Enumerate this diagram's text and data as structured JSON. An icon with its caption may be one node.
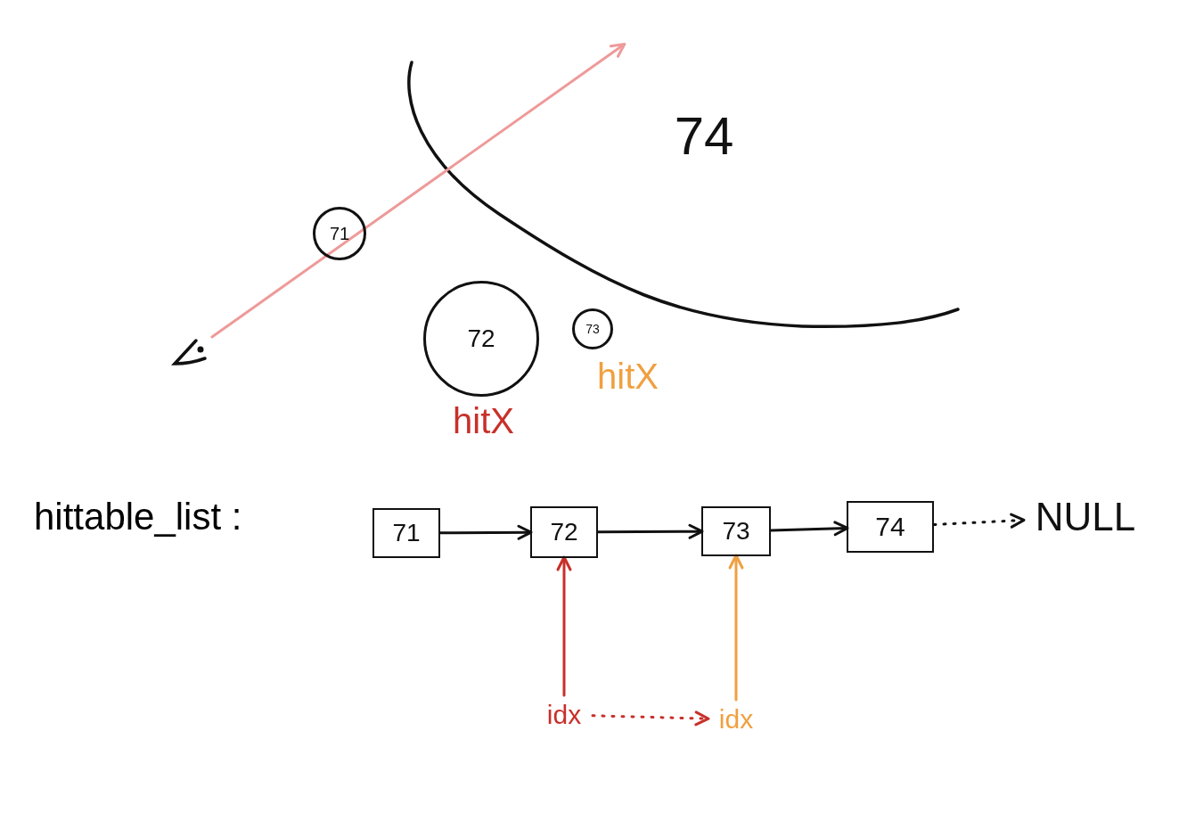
{
  "diagram": {
    "nodes": [
      {
        "text": [],
        "shape": "eye"
      },
      {
        "text": [
          "71"
        ]
      },
      {
        "text": [
          "72"
        ],
        "beside": [
          "hitX"
        ]
      },
      {
        "text": [
          "73"
        ],
        "beside": [
          "hitX"
        ]
      },
      {
        "text": [
          "74"
        ]
      },
      {
        "text": [
          "71"
        ]
      },
      {
        "text": [
          "72"
        ]
      },
      {
        "text": [
          "73"
        ]
      },
      {
        "text": [
          "74"
        ]
      },
      {
        "text": [
          "NULL"
        ]
      },
      {
        "text": [
          "idx"
        ]
      },
      {
        "text": [
          "idx"
        ]
      }
    ],
    "edges": [
      {
        "from": 0,
        "to": null,
        "arrow": "to",
        "color": "#ee9a9a"
      },
      {
        "from": 5,
        "to": 6,
        "arrow": "to"
      },
      {
        "from": 6,
        "to": 7,
        "arrow": "to"
      },
      {
        "from": 7,
        "to": 8,
        "arrow": "to"
      },
      {
        "from": 8,
        "to": 9,
        "arrow": "to",
        "style": "dashed"
      },
      {
        "from": 10,
        "to": 6,
        "arrow": "to",
        "color": "#c8302a"
      },
      {
        "from": 11,
        "to": 7,
        "arrow": "to",
        "color": "#f0a040"
      },
      {
        "from": 10,
        "to": 11,
        "arrow": "to",
        "style": "dashed",
        "color": "#c8302a"
      }
    ],
    "labels": [
      "hittable_list :"
    ]
  }
}
